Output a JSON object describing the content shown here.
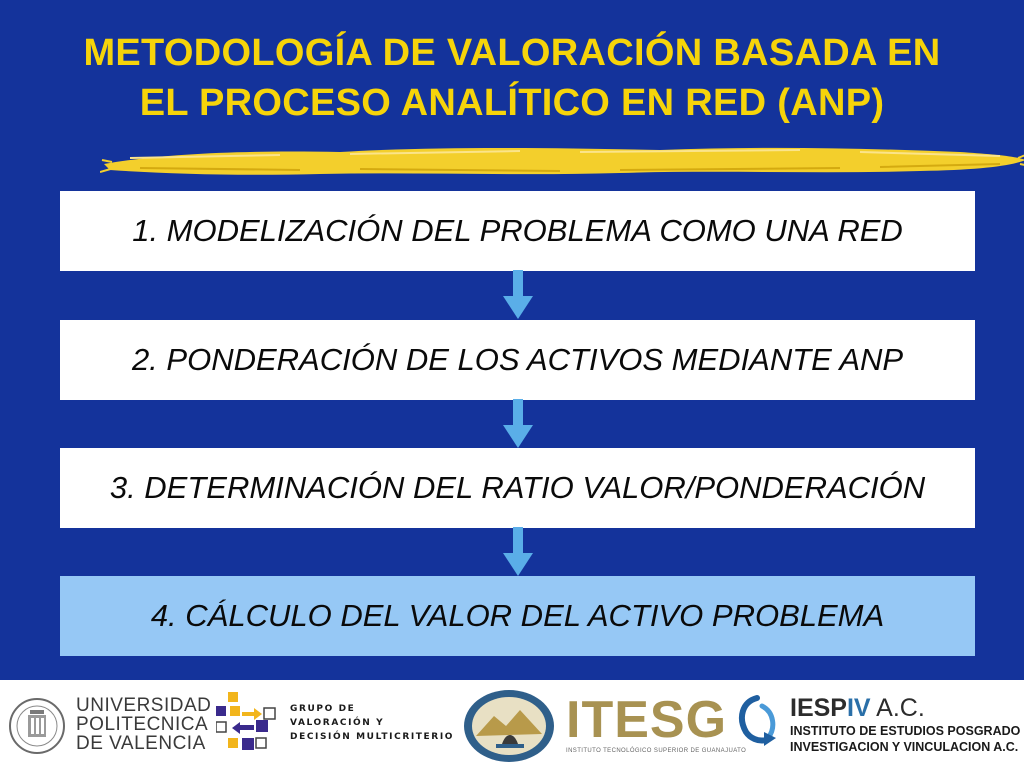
{
  "title": {
    "line1": "METODOLOGÍA DE VALORACIÓN BASADA EN",
    "line2": "EL PROCESO ANALÍTICO EN RED (ANP)"
  },
  "steps": [
    {
      "label": "1. MODELIZACIÓN DEL PROBLEMA COMO UNA RED"
    },
    {
      "label": "2. PONDERACIÓN DE LOS ACTIVOS MEDIANTE ANP"
    },
    {
      "label": "3. DETERMINACIÓN DEL RATIO VALOR/PONDERACIÓN"
    },
    {
      "label": "4. CÁLCULO DEL VALOR DEL ACTIVO PROBLEMA"
    }
  ],
  "footer": {
    "upv": {
      "line1": "UNIVERSIDAD",
      "line2": "POLITECNICA",
      "line3": "DE VALENCIA"
    },
    "grupo": {
      "line1": "GRUPO DE",
      "line2": "VALORACIÓN Y",
      "line3": "DECISIÓN MULTICRITERIO"
    },
    "itesg": {
      "name": "ITESG",
      "sub": "INSTITUTO TECNOLÓGICO SUPERIOR DE GUANAJUATO"
    },
    "iespiv": {
      "name_prefix": "IESP",
      "name_iv": "IV",
      "name_suffix": " A.C.",
      "line1": "INSTITUTO DE ESTUDIOS POSGRADO",
      "line2": "INVESTIGACION Y VINCULACION A.C."
    }
  },
  "colors": {
    "background": "#14339b",
    "title": "#f6d40a",
    "box": "#ffffff",
    "box_highlight": "#96c8f5",
    "arrow": "#5aaee8"
  }
}
